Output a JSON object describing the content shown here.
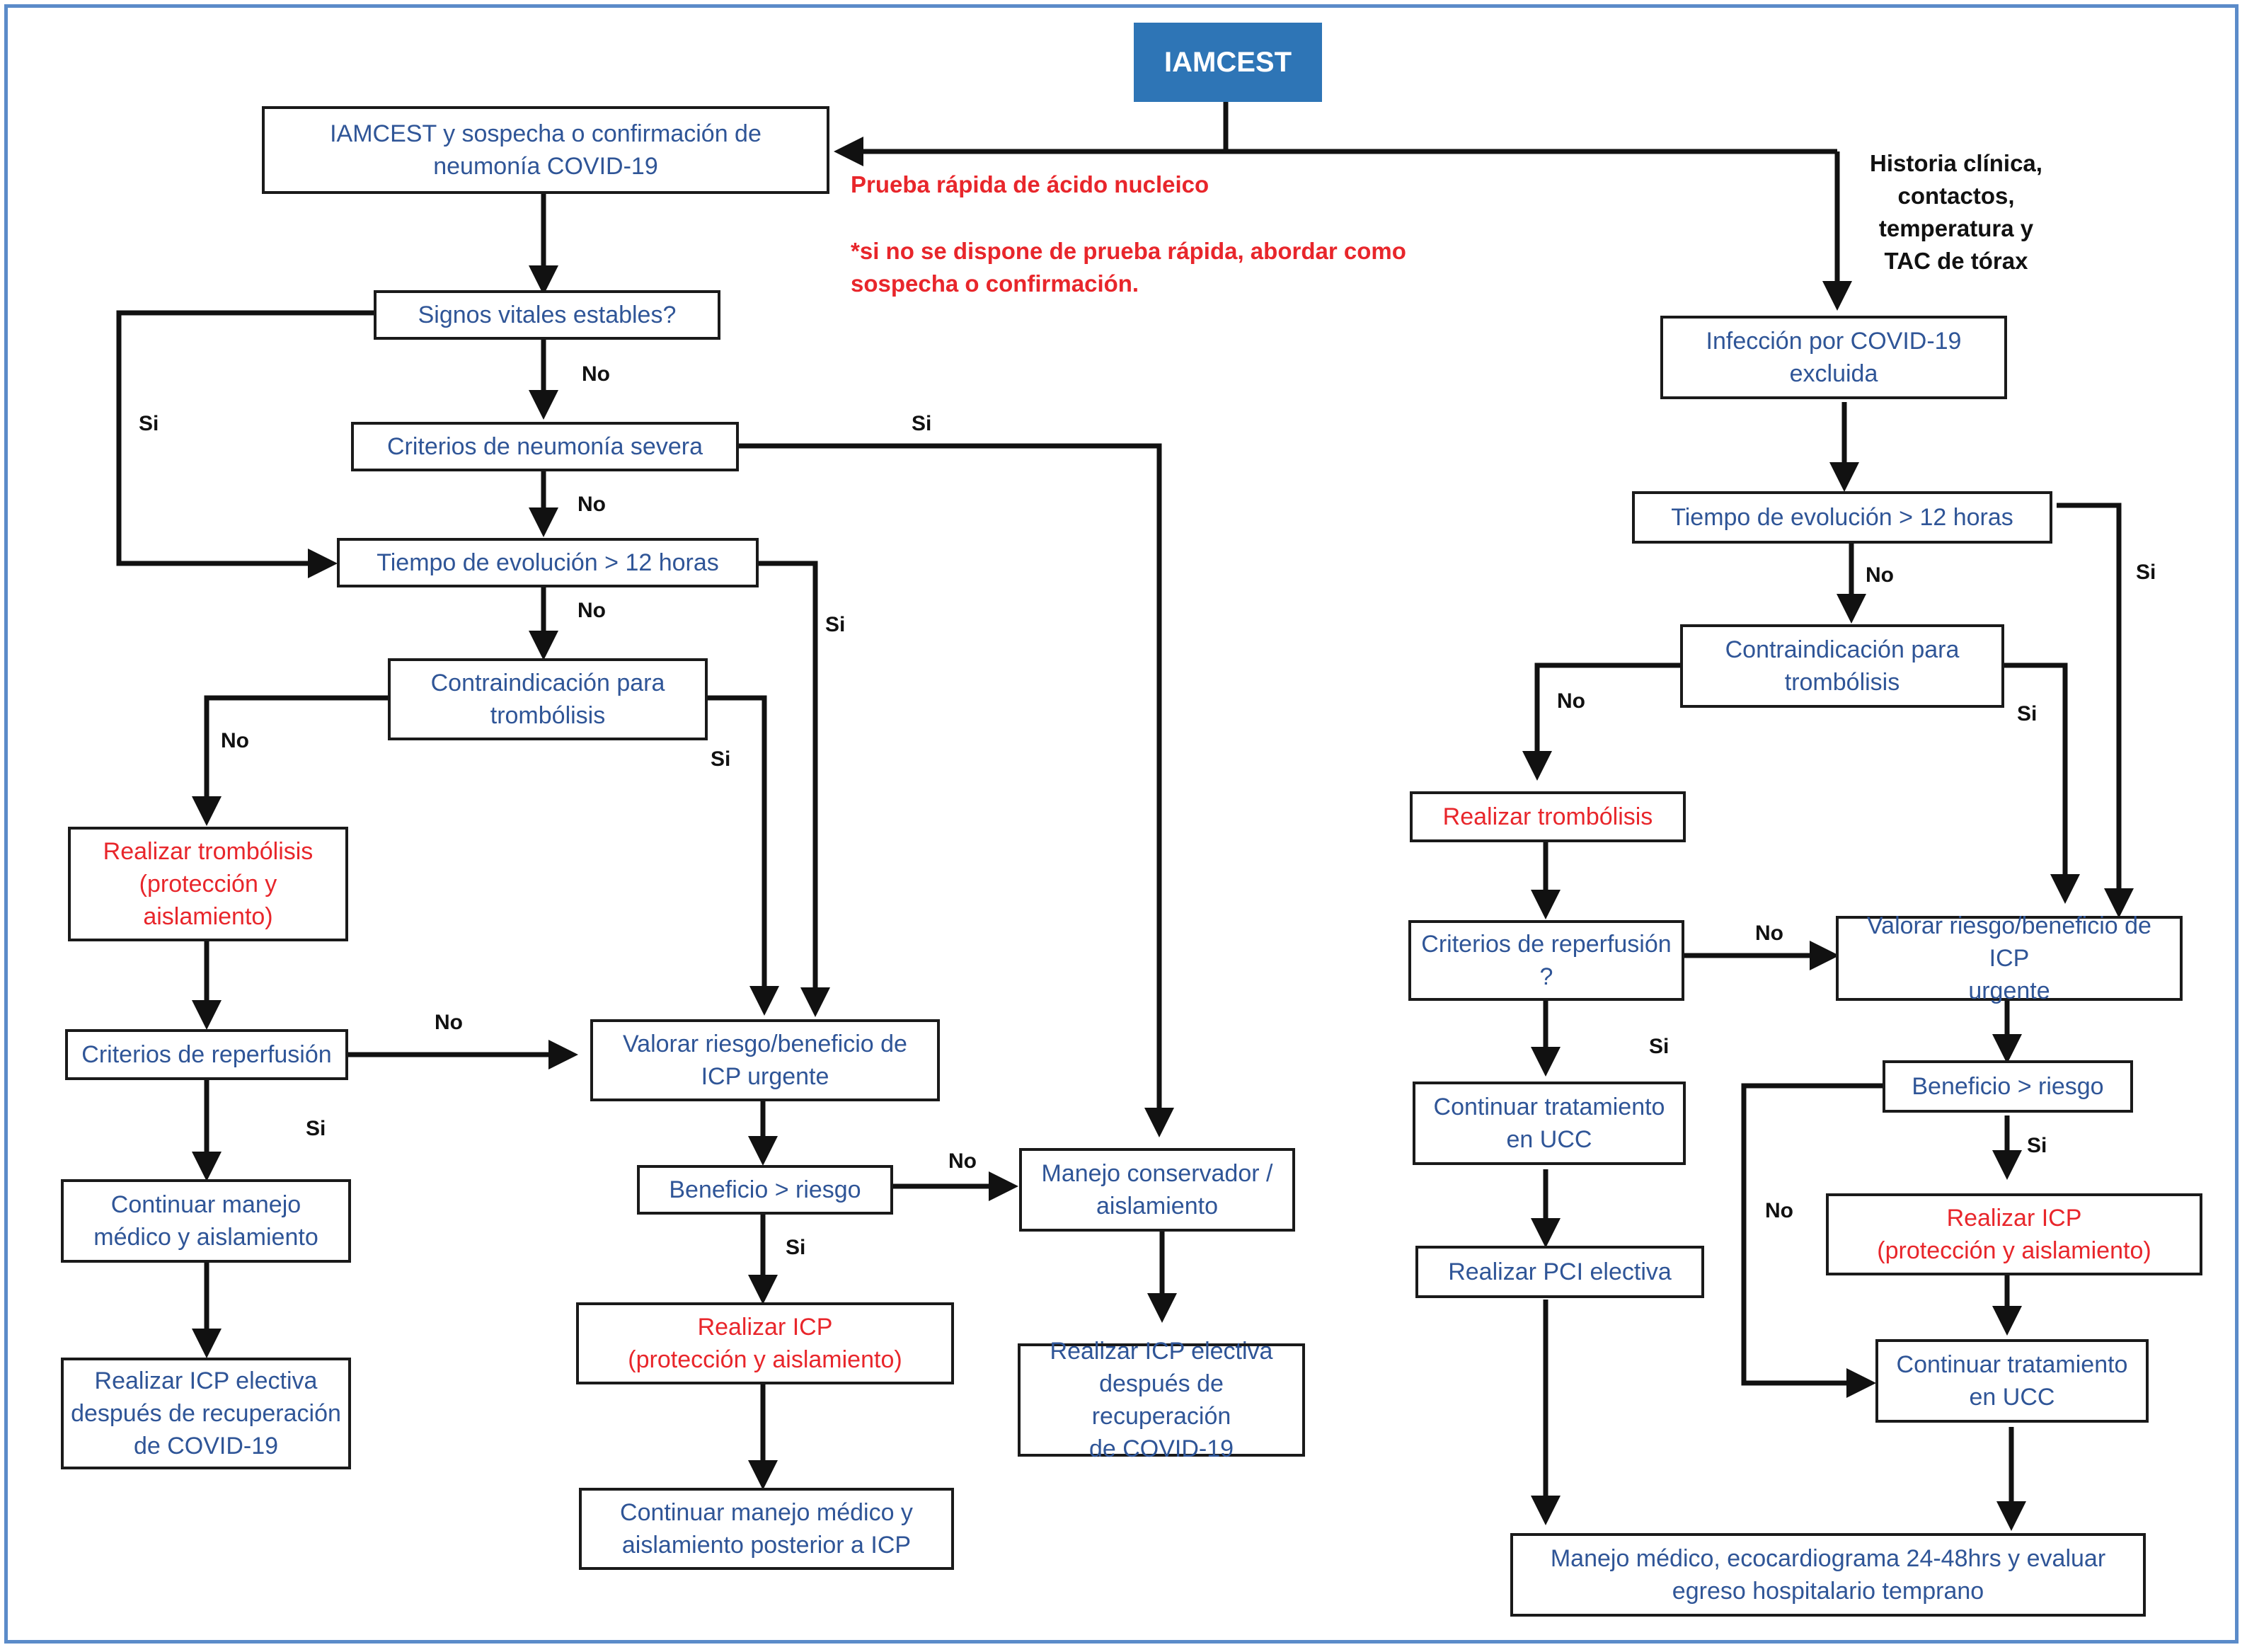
{
  "title": "IAMCEST",
  "left": {
    "suspected_covid": "IAMCEST y  sospecha o confirmación de\nneumonía COVID-19",
    "vital_signs": "Signos vitales estables?",
    "severe_pneumonia": "Criterios de neumonía severa",
    "evolution_time": "Tiempo de evolución > 12 horas",
    "thrombolysis_contra": "Contraindicación para\ntrombólisis",
    "do_thrombolysis": "Realizar trombólisis\n(protección y\naislamiento)",
    "reperfusion": "Criterios de reperfusión",
    "continue_medical": "Continuar manejo\nmédico y aislamiento",
    "elective_icp_after": "Realizar ICP electiva\ndespués de recuperación\nde COVID-19",
    "assess_icp": "Valorar riesgo/beneficio de\nICP urgente",
    "benefit_risk": "Beneficio > riesgo",
    "do_icp": "Realizar ICP\n(protección y aislamiento)",
    "continue_after_icp": "Continuar manejo médico y\naislamiento posterior a ICP",
    "conservative": "Manejo conservador /\naislamiento",
    "elective_icp_after_2": "Realizar ICP electiva\ndespués de recuperación\nde COVID-19"
  },
  "right": {
    "history_note": "Historia clínica,\ncontactos,\ntemperatura y\nTAC de tórax",
    "covid_excluded": "Infección por COVID-19\nexcluida",
    "evolution_time": "Tiempo de evolución > 12 horas",
    "thrombolysis_contra": "Contraindicación para\ntrombólisis",
    "do_thrombolysis": "Realizar trombólisis",
    "reperfusion": "Criterios de reperfusión\n?",
    "assess_icp": "Valorar riesgo/beneficio de ICP\nurgente",
    "continue_ucc": "Continuar tratamiento\nen UCC",
    "benefit_risk": "Beneficio > riesgo",
    "do_icp": "Realizar ICP\n(protección y aislamiento)",
    "elective_pci": "Realizar PCI electiva",
    "continue_ucc_2": "Continuar tratamiento\nen UCC",
    "final": "Manejo médico,  ecocardiograma 24-48hrs y evaluar\negreso hospitalario temprano"
  },
  "notes": {
    "rapid_test": "Prueba rápida de ácido nucleico",
    "no_rapid_test": "*si no se dispone de prueba rápida, abordar como\nsospecha o confirmación."
  },
  "labels": {
    "no": "No",
    "si": "Si"
  },
  "colors": {
    "title_bg": "#2E75B6",
    "box_text": "#2F5597",
    "red": "#E8262B",
    "frame": "#5B8BC9"
  }
}
